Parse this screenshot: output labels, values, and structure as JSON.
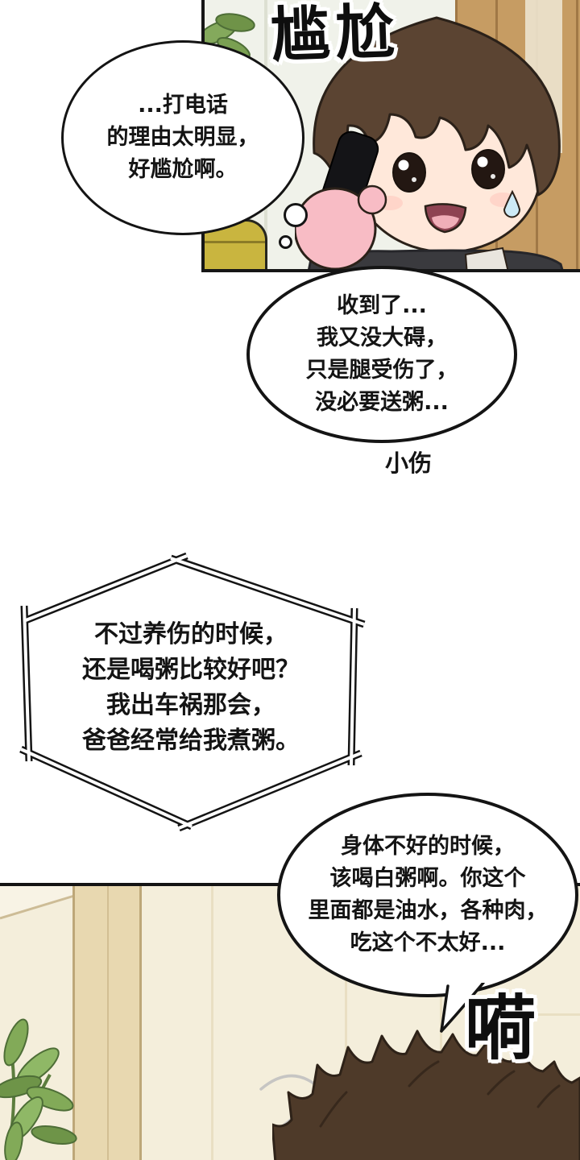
{
  "sfx": {
    "top": "尴尬",
    "bottom": "嗬"
  },
  "thought_bubble": {
    "lines": [
      "...打电话",
      "的理由太明显，",
      "好尴尬啊。"
    ]
  },
  "speech_bubble_1": {
    "lines": [
      "收到了...",
      "我又没大碍，",
      "只是腿受伤了，",
      "没必要送粥..."
    ]
  },
  "caption_label": "小伤",
  "hex_caption": {
    "lines": [
      "不过养伤的时候，",
      "还是喝粥比较好吧？",
      "我出车祸那会，",
      "爸爸经常给我煮粥。"
    ]
  },
  "speech_bubble_2": {
    "lines": [
      "身体不好的时候，",
      "该喝白粥啊。你这个",
      "里面都是油水，各种肉，",
      "吃这个不太好..."
    ]
  },
  "colors": {
    "ink": "#141414",
    "hair_front": "#5b4432",
    "hair_back": "#4e3a29",
    "skin": "#ffe8da",
    "hand": "#f8bcc5",
    "shirt": "#3a3a3e",
    "wood": "#c69c63",
    "couch": "#c9b53f",
    "plant": "#82aa58",
    "wall_top": "#f0f2ea",
    "wall_bottom": "#f4eedb"
  }
}
